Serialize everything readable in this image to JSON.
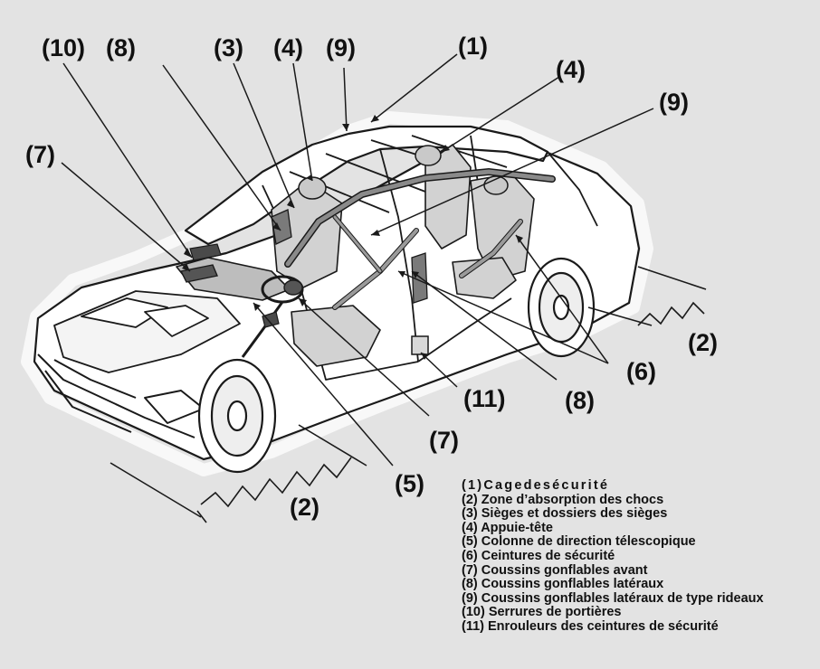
{
  "callouts": {
    "c10_top": "(10)",
    "c8_top": "(8)",
    "c3_top": "(3)",
    "c4_top": "(4)",
    "c9_top": "(9)",
    "c1_top": "(1)",
    "c4_right": "(4)",
    "c9_right": "(9)",
    "c7_left": "(7)",
    "c2_right": "(2)",
    "c6_right": "(6)",
    "c11_bottom": "(11)",
    "c8_bottom": "(8)",
    "c7_bottom": "(7)",
    "c5_bottom": "(5)",
    "c2_bottom": "(2)"
  },
  "legend": [
    "(1)Cagedesécurité",
    "(2) Zone d’absorption des chocs",
    "(3) Sièges et dossiers des sièges",
    "(4) Appuie-tête",
    "(5) Colonne de direction télescopique",
    "(6) Ceintures de sécurité",
    "(7) Coussins gonflables avant",
    "(8) Coussins gonflables latéraux",
    "(9) Coussins gonflables latéraux de type rideaux",
    "(10) Serrures de portières",
    "(11) Enrouleurs des ceintures de sécurité"
  ]
}
